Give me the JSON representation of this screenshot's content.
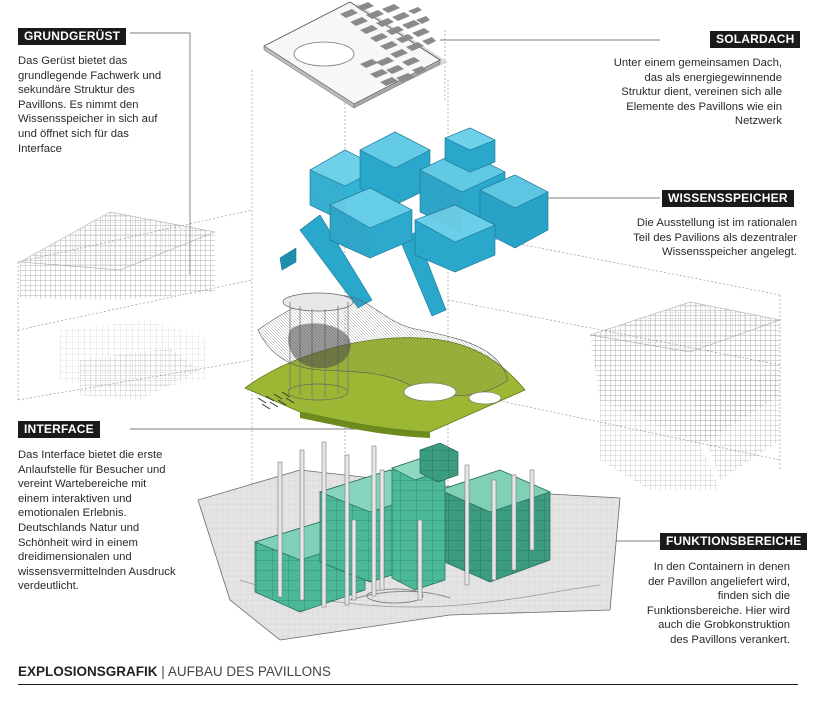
{
  "sections": {
    "grundgeruest": {
      "title": "GRUNDGERÜST",
      "text": "Das Gerüst bietet das grundlegende Fachwerk und sekundäre Struktur des Pavillons. Es nimmt den Wissensspeicher in sich auf und öffnet sich für das Interface"
    },
    "solardach": {
      "title": "SOLARDACH",
      "text": "Unter einem gemeinsamen Dach, das als energiegewinnende Struktur dient, vereinen sich alle Elemente des Pavillons wie ein Netzwerk"
    },
    "wissensspeicher": {
      "title": "WISSENSSPEICHER",
      "text": "Die Ausstellung ist im rationalen Teil des Pavilions als dezentraler Wissensspeicher angelegt."
    },
    "interface": {
      "title": "INTERFACE",
      "text": "Das Interface bietet die erste Anlaufstelle für Besucher und vereint Wartebereiche mit einem interaktiven und emotionalen Erlebnis. Deutschlands Natur und Schönheit wird in einem dreidimensionalen und wissensvermittelnden Ausdruck verdeutlicht."
    },
    "funktionsbereiche": {
      "title": "FUNKTIONSBEREICHE",
      "text": "In den Containern in denen der Pavillon angeliefert wird, finden sich die Funktionsbereiche. Hier wird auch die Grobkonstruktion des Pavillons verankert."
    }
  },
  "footer": {
    "title": "EXPLOSIONSGRAFIK",
    "separator": "|",
    "subtitle": "AUFBAU DES PAVILLONS"
  },
  "colors": {
    "label_bg": "#1a1a1a",
    "wissensspeicher_blue": "#2aa8cc",
    "interface_green": "#9cb734",
    "container_teal": "#4cb89a",
    "grid_gray": "#9a9a9a"
  }
}
